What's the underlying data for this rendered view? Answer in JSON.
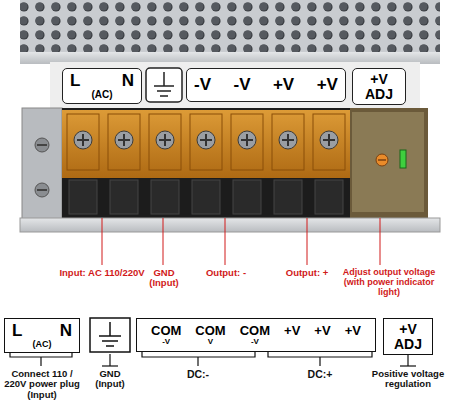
{
  "diagram": {
    "nodes": [
      {
        "text": [
          "L",
          "N",
          "(AC)"
        ]
      },
      {
        "text": [
          "-V",
          "-V",
          "+V",
          "+V"
        ]
      },
      {
        "text": [
          "+V",
          "ADJ"
        ]
      },
      {
        "text": [
          "L",
          "N",
          "(AC)"
        ]
      },
      {
        "text": [
          "COM",
          "-V",
          "COM",
          "V",
          "COM",
          "-V",
          "+V",
          "+V",
          "+V"
        ]
      },
      {
        "text": [
          "+V",
          "ADJ"
        ]
      }
    ],
    "labels": [
      "Input: AC 110/220V",
      "GND (Input)",
      "Output: -",
      "Output: +",
      "Adjust output voltage (with power indicator light)",
      "Connect 110 / 220V power plug (Input)",
      "GND (Input)",
      "DC:-",
      "DC:+",
      "Positive voltage regulation"
    ]
  }
}
